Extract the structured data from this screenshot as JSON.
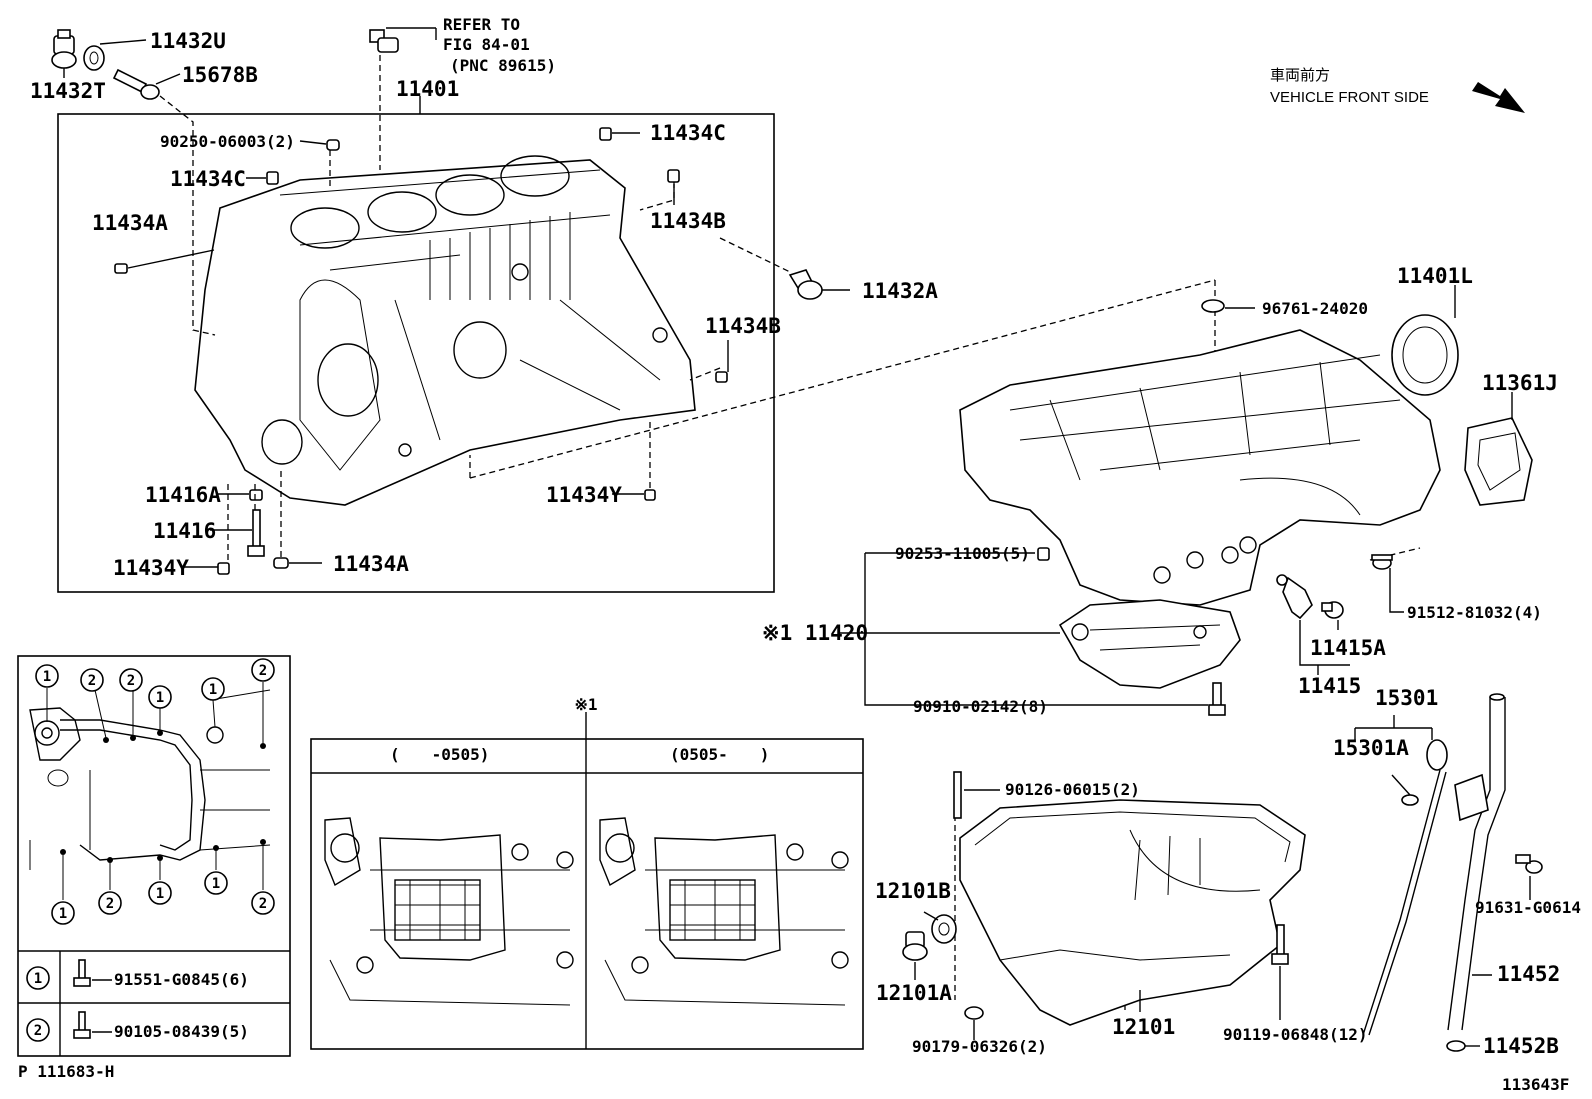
{
  "top_refer": {
    "line1": "REFER TO",
    "line2": "FIG 84-01",
    "line3": "(PNC 89615)"
  },
  "front_note": {
    "jp": "車両前方",
    "en": "VEHICLE FRONT SIDE"
  },
  "labels": {
    "p11432U": "11432U",
    "p11432T": "11432T",
    "p15678B": "15678B",
    "p11401": "11401",
    "p90250": "90250-06003(2)",
    "p11434C_a": "11434C",
    "p11434C_b": "11434C",
    "p11434A_a": "11434A",
    "p11434B_a": "11434B",
    "p11432A": "11432A",
    "p11434B_b": "11434B",
    "p11416A": "11416A",
    "p11416": "11416",
    "p11434Y_a": "11434Y",
    "p11434A_b": "11434A",
    "p11434Y_b": "11434Y",
    "p96761": "96761-24020",
    "p11401L": "11401L",
    "p11361J": "11361J",
    "p90253": "90253-11005(5)",
    "p11420": "※1 11420",
    "p91512": "91512-81032(4)",
    "p11415A": "11415A",
    "p11415": "11415",
    "p90910": "90910-02142(8)",
    "p15301": "15301",
    "p15301A": "15301A",
    "p90126": "90126-06015(2)",
    "p12101B": "12101B",
    "p91631": "91631-G0614",
    "p12101A": "12101A",
    "p11452": "11452",
    "p90179": "90179-06326(2)",
    "p12101": "12101",
    "p90119": "90119-06848(12)",
    "p11452B": "11452B"
  },
  "bolt_legend": {
    "rows": [
      {
        "num": "1",
        "part": "91551-G0845(6)"
      },
      {
        "num": "2",
        "part": "90105-08439(5)"
      }
    ],
    "map_callouts": [
      "1",
      "2",
      "2",
      "1",
      "1",
      "2",
      "1",
      "2",
      "1",
      "1",
      "2"
    ]
  },
  "variants": {
    "mark": "※1",
    "left_header": "(　　-0505)",
    "right_header": "(0505-　　)"
  },
  "footer": {
    "left_code": "P 111683-H",
    "right_code": "113643F"
  }
}
